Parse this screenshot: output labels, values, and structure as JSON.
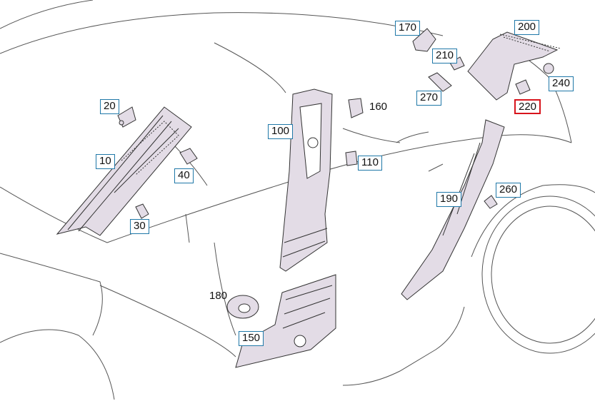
{
  "diagram": {
    "line_color": "#333333",
    "part_fill": "#e3dce6",
    "callout_border_color": "#1f78a8",
    "highlight_border_color": "#d8141c",
    "callouts": [
      {
        "id": "10",
        "label": "10"
      },
      {
        "id": "20",
        "label": "20"
      },
      {
        "id": "30",
        "label": "30"
      },
      {
        "id": "40",
        "label": "40"
      },
      {
        "id": "100",
        "label": "100"
      },
      {
        "id": "110",
        "label": "110"
      },
      {
        "id": "150",
        "label": "150"
      },
      {
        "id": "170",
        "label": "170"
      },
      {
        "id": "190",
        "label": "190"
      },
      {
        "id": "200",
        "label": "200"
      },
      {
        "id": "210",
        "label": "210"
      },
      {
        "id": "220",
        "label": "220",
        "highlighted": true
      },
      {
        "id": "240",
        "label": "240"
      },
      {
        "id": "260",
        "label": "260"
      },
      {
        "id": "270",
        "label": "270"
      }
    ],
    "plain_labels": [
      {
        "id": "160",
        "label": "160"
      },
      {
        "id": "180",
        "label": "180"
      }
    ]
  }
}
